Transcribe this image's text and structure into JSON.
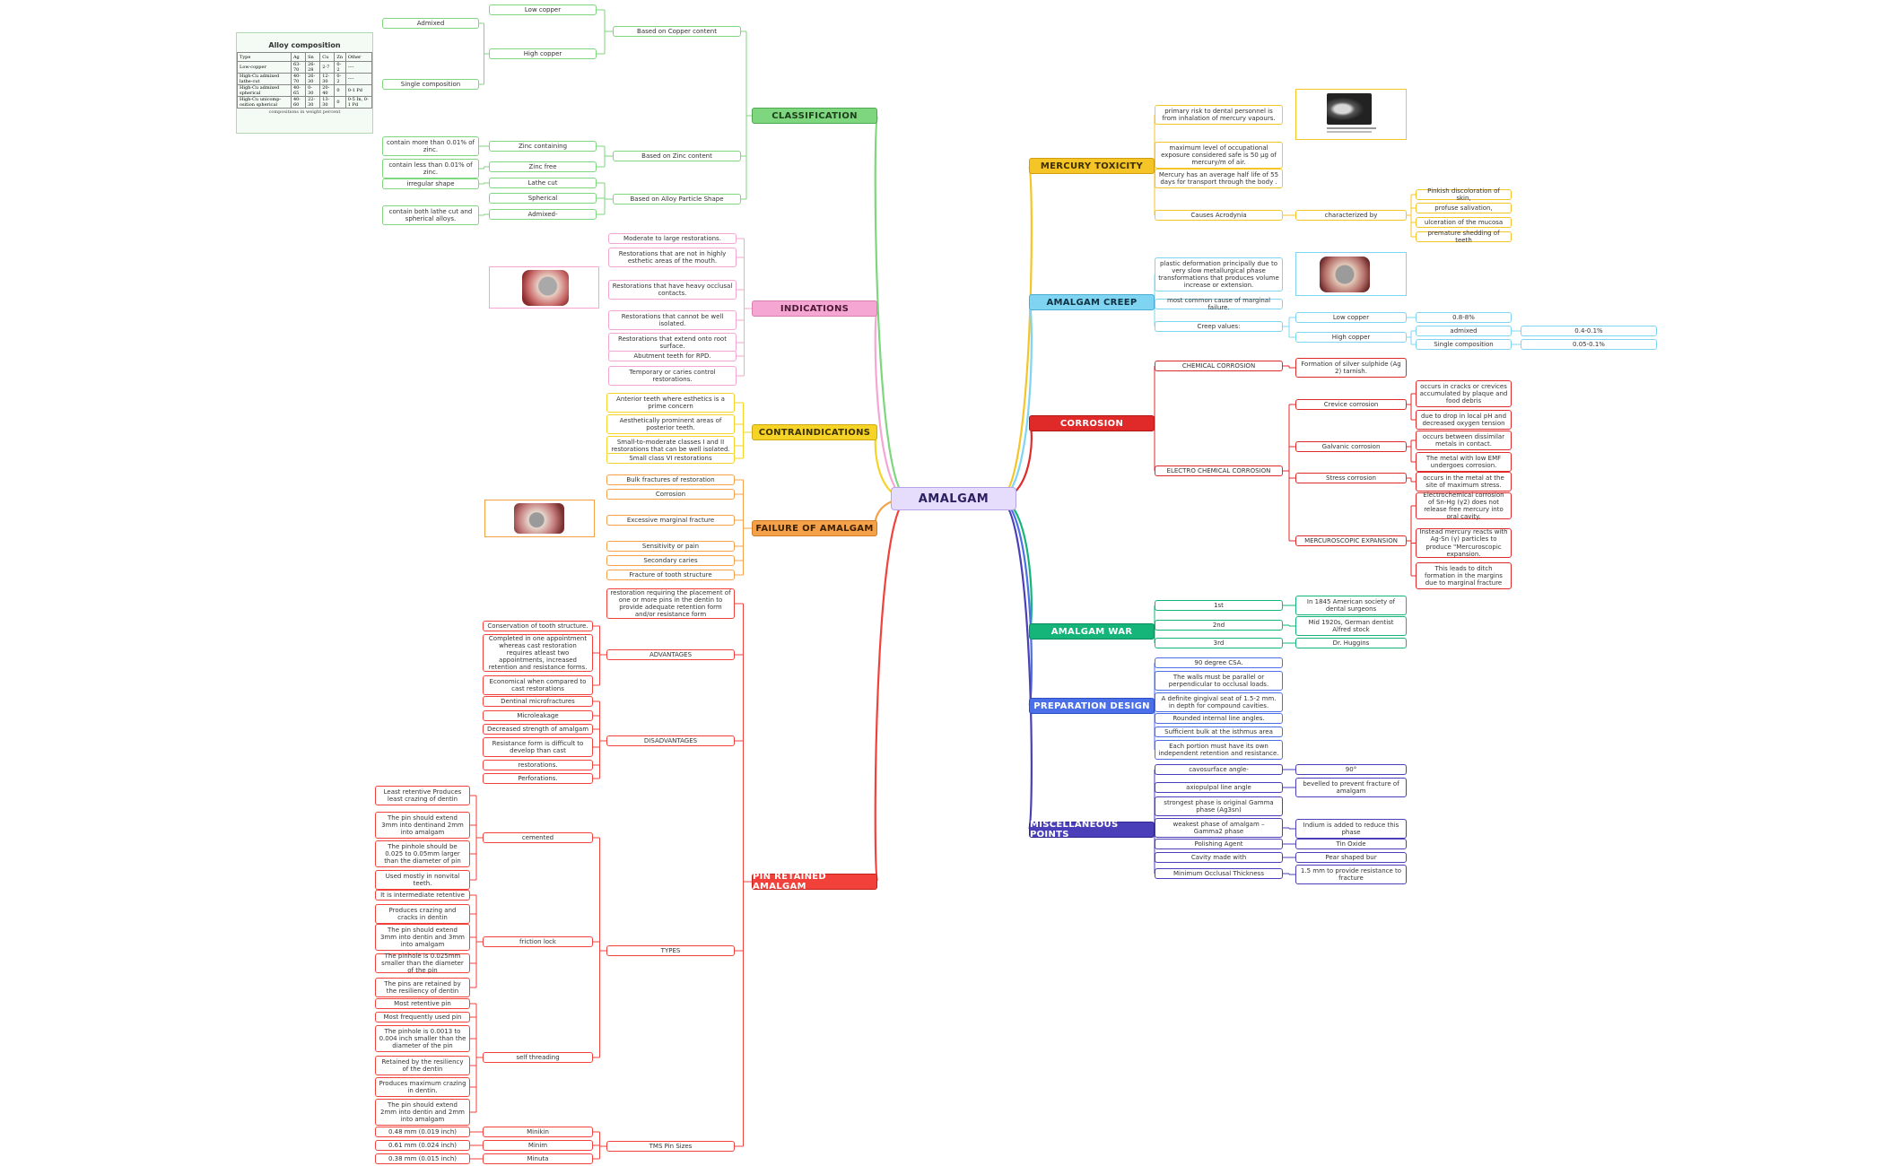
{
  "root": {
    "label": "AMALGAM"
  },
  "colors": {
    "classification": "#7ed67e",
    "indications": "#f5a6d2",
    "contraindications": "#f5d327",
    "failure": "#f5a14a",
    "pin": "#f2413b",
    "mercury": "#f5c427",
    "creep": "#7fd4f2",
    "corrosion": "#e02a2a",
    "war": "#15b57a",
    "prep": "#4b6fe8",
    "misc": "#4a3fb8",
    "root_fill": "#e6dcfb",
    "root_border": "#b7a3e8"
  },
  "branches": {
    "classification": "CLASSIFICATION",
    "indications": "INDICATIONS",
    "contraindications": "CONTRAINDICATIONS",
    "failure": "FAILURE OF AMALGAM",
    "pin": "PIN RETAINED AMALGAM",
    "mercury": "MERCURY TOXICITY",
    "creep": "AMALGAM CREEP",
    "corrosion": "CORROSION",
    "war": "AMALGAM WAR",
    "prep": "PREPARATION DESIGN",
    "misc": "MISCELLANEOUS POINTS"
  },
  "classification": {
    "copper": "Based on Copper content",
    "zinc": "Based on Zinc content",
    "shape": "Based on Alloy Particle Shape",
    "low_copper": "Low copper",
    "high_copper": "High copper",
    "admixed": "Admixed",
    "single": "Single composition",
    "zinc_containing": "Zinc containing",
    "zinc_free": "Zinc free",
    "lathe": "Lathe cut",
    "spherical": "Spherical",
    "admixed2": "Admixed-",
    "zc_desc": "contain more than 0.01% of zinc.",
    "zf_desc": "contain less than 0.01% of zinc.",
    "lathe_desc": "irregular shape",
    "adm_desc": "contain both lathe cut and spherical alloys.",
    "table": {
      "title": "Alloy composition",
      "header": [
        "Type",
        "Ag",
        "Sn",
        "Cu",
        "Zn",
        "Other"
      ],
      "rows": [
        [
          "Low-copper",
          "63-70",
          "26-28",
          "2-7",
          "0-2",
          "----"
        ],
        [
          "High-Cu admixed lathe-cut",
          "40-70",
          "26-30",
          "12-30",
          "0-2",
          "----"
        ],
        [
          "High-Cu admixed spherical",
          "40-65",
          "0-30",
          "20-40",
          "0",
          "0-1 Pd"
        ],
        [
          "High-Cu unicomp-osition spherical",
          "40-60",
          "22-30",
          "13-30",
          "0",
          "0-5 In, 0-1 Pd"
        ]
      ],
      "caption": "compositions in weight percent"
    }
  },
  "indications": [
    "Moderate to large restorations.",
    "Restorations that are not in highly esthetic areas of the mouth.",
    "Restorations that have heavy occlusal contacts.",
    "Restorations that cannot be well isolated.",
    "Restorations that extend onto root surface.",
    "Abutment teeth for RPD.",
    "Temporary or caries control restorations."
  ],
  "contraindications": [
    "Anterior teeth where esthetics is a prime concern",
    "Aesthetically prominent areas of posterior teeth.",
    "Small-to-moderate classes I and II restorations that can be well isolated.",
    "Small class VI restorations"
  ],
  "failure": [
    "Bulk fractures of restoration",
    "Corrosion",
    "Excessive marginal fracture",
    "Sensitivity or pain",
    "Secondary caries",
    "Fracture of tooth structure"
  ],
  "pin": {
    "definition": "restoration requiring the placement of one or more pins in the dentin to provide adequate retention form and/or resistance form",
    "advantages": "ADVANTAGES",
    "adv_items": [
      "Conservation of tooth structure.",
      "Completed in one appointment whereas cast restoration requires atleast two appointments, increased retention and resistance forms.",
      "Economical when compared to cast restorations"
    ],
    "disadvantages": "DISADVANTAGES",
    "dis_items": [
      "Dentinal microfractures",
      "Microleakage",
      "Decreased strength of amalgam",
      "Resistance form is difficult to develop than cast",
      "restorations.",
      "Perforations."
    ],
    "types": "TYPES",
    "cemented": "cemented",
    "cemented_items": [
      "Least retentive Produces least crazing of dentin",
      "The pin should extend 3mm into dentinand 2mm into amalgam",
      "The pinhole should be 0.025 to 0.05mm larger than the diameter of pin",
      "Used mostly in nonvital teeth."
    ],
    "friction": "friction lock",
    "friction_items": [
      "It is intermediate retentive",
      "Produces crazing and cracks in dentin",
      "The pin should extend 3mm into dentin and 3mm into amalgam",
      "The pinhole is 0.025mm smaller than the diameter of the pin",
      "The pins are retained by the resiliency of dentin"
    ],
    "self": "self threading",
    "self_items": [
      "Most retentive pin",
      "Most frequently used pin",
      "The pinhole is 0.0013 to 0.004 inch smaller than the diameter of the pin",
      "Retained by the resiliency of the dentin",
      "Produces maximum crazing in dentin.",
      "The pin should extend 2mm into dentin and 2mm into amalgam"
    ],
    "tms": "TMS Pin Sizes",
    "sizes": [
      {
        "size": "0.48 mm (0.019 inch)",
        "name": "Minikin"
      },
      {
        "size": "0.61 mm (0.024 inch)",
        "name": "Minim"
      },
      {
        "size": "0.38 mm (0.015 inch)",
        "name": "Minuta"
      }
    ]
  },
  "mercury": {
    "items": [
      "primary risk to dental personnel is from inhalation of mercury vapours.",
      "maximum level of occupational exposure considered safe is 50 μg of mercury/m of air.",
      "Mercury has an average half life of 55 days for transport through the body ."
    ],
    "acro": "Causes Acrodynia",
    "char": "characterized by",
    "signs": [
      "Pinkish discoloration of skin,",
      "profuse salivation,",
      "ulceration of the mucosa",
      "premature shedding of teeth"
    ]
  },
  "creep": {
    "desc": "plastic deformation principally due to very slow metallurgical phase transformations that produces volume increase or extension.",
    "cause": "most common cause of marginal failure.",
    "values": "Creep values:",
    "low": "Low copper",
    "low_val": "0.8-8%",
    "high": "High copper",
    "admixed": "admixed",
    "admixed_val": "0.4-0.1%",
    "single": "Single composition",
    "single_val": "0.05-0.1%"
  },
  "corrosion": {
    "chemical": "CHEMICAL CORROSION",
    "chem_desc": "Formation of silver sulphide (Ag 2) tarnish.",
    "electro": "ELECTRO CHEMICAL CORROSION",
    "crevice": "Crevice corrosion",
    "crevice_items": [
      "occurs in cracks or crevices accumulated by plaque and food debris",
      "due to drop in local pH and decreased oxygen tension"
    ],
    "galvanic": "Galvanic corrosion",
    "galvanic_items": [
      "occurs between dissimilar metals in contact.",
      "The metal with low EMF undergoes corrosion."
    ],
    "stress": "Stress corrosion",
    "stress_items": [
      "occurs in the metal at the site of maximum stress."
    ],
    "mercuro": "MERCUROSCOPIC EXPANSION",
    "mercuro_items": [
      "Electrochemical corrosion of Sn-Hg (γ2) does not release free mercury into oral cavity.",
      "Instead mercury reacts with Ag-Sn (γ) particles to produce \"Mercuroscopic expansion.",
      "This leads to ditch formation in the margins due to marginal fracture"
    ]
  },
  "war": [
    {
      "label": "1st",
      "desc": "In 1845 American society of dental surgeons"
    },
    {
      "label": "2nd",
      "desc": "Mid 1920s, German dentist Alfred stock"
    },
    {
      "label": "3rd",
      "desc": "Dr. Huggins"
    }
  ],
  "prep": [
    "90 degree CSA.",
    "The walls must be parallel or perpendicular to occlusal loads.",
    "A definite gingival seat of 1.5-2 mm. in depth for compound cavities.",
    "Rounded internal line angles.",
    "Sufficient bulk at the isthmus area",
    "Each portion must have its own independent retention and resistance."
  ],
  "misc": [
    {
      "label": "cavosurface angle-",
      "desc": "90°"
    },
    {
      "label": "axiopulpal line angle",
      "desc": "bevelled to prevent fracture of amalgam"
    },
    {
      "label": "strongest phase is original Gamma phase (Ag3sn)",
      "desc": ""
    },
    {
      "label": "weakest phase of amalgam – Gamma2 phase",
      "desc": "Indium is added to reduce this phase"
    },
    {
      "label": "Polishing Agent",
      "desc": "Tin Oxide"
    },
    {
      "label": "Cavity made with",
      "desc": "Pear shaped bur"
    },
    {
      "label": "Minimum Occlusal Thickness",
      "desc": "1.5 mm to provide resistance to fracture"
    }
  ]
}
